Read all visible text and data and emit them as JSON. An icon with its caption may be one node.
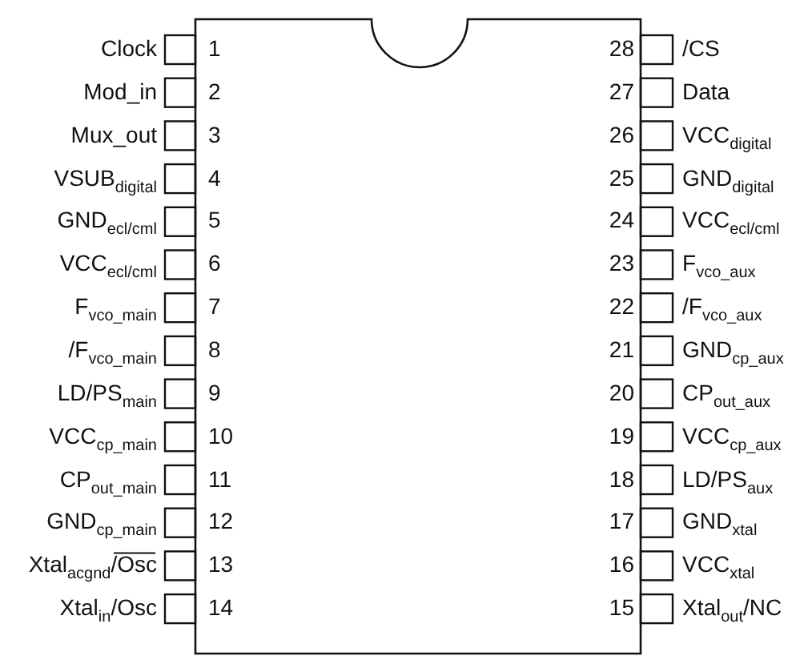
{
  "diagram": {
    "labels": [
      "Clock",
      "1",
      "28",
      "/CS",
      "Mod_in",
      "2",
      "27",
      "Data",
      "Mux_out",
      "3",
      "26",
      "VCC$_{digital}$",
      "VSUB$_{digital}$",
      "4",
      "25",
      "GND$_{digital}$",
      "GND$_{ecl/cml}$",
      "5",
      "24",
      "VCC$_{ecl/cml}$",
      "VCC$_{ecl/cml}$",
      "6",
      "23",
      "F$_{vco_aux}$",
      "F$_{vco_main}$",
      "7",
      "22",
      "/F$_{vco_aux}$",
      "/F$_{vco_main}$",
      "8",
      "21",
      "GND$_{cp_aux}$",
      "LD/PS$_{main}$",
      "9",
      "20",
      "CP$_{out_aux}$",
      "VCC$_{cp_main}$",
      "10",
      "19",
      "VCC$_{cp_aux}$",
      "CP$_{out_main}$",
      "11",
      "18",
      "LD/PS$_{aux}$",
      "GND$_{cp_main}$",
      "12",
      "17",
      "GND$_{xtal}$",
      "Xtal$_{acgnd}$/Osc",
      "13",
      "16",
      "VCC$_{xtal}$",
      "Xtal$_{in}$/Osc",
      "14",
      "15",
      "Xtal$_{out}$/NC"
    ]
  }
}
